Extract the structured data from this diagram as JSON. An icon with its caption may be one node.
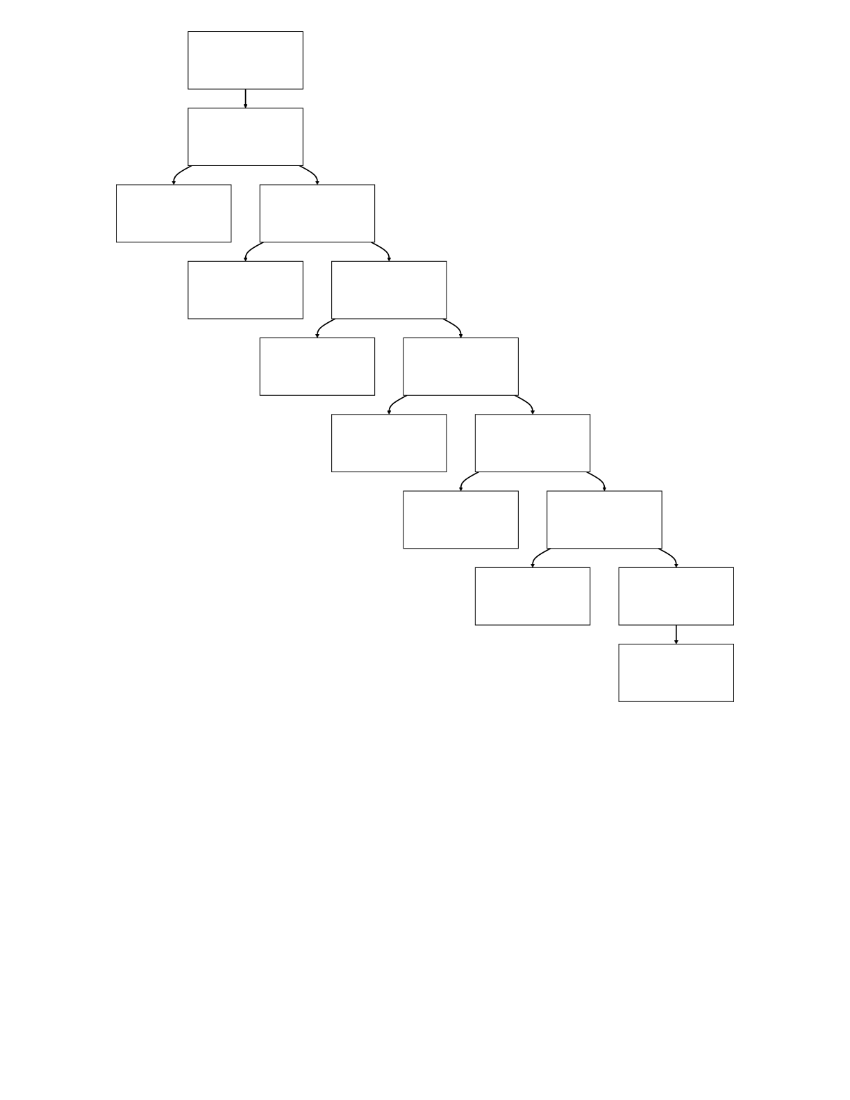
{
  "diagram": {
    "nodes": [
      {
        "text": [],
        "shape": "box"
      },
      {
        "text": [],
        "shape": "box"
      },
      {
        "text": [],
        "shape": "box"
      },
      {
        "text": [],
        "shape": "box"
      },
      {
        "text": [],
        "shape": "box"
      },
      {
        "text": [],
        "shape": "box"
      },
      {
        "text": [],
        "shape": "box"
      },
      {
        "text": [],
        "shape": "box"
      },
      {
        "text": [],
        "shape": "box"
      },
      {
        "text": [],
        "shape": "box"
      },
      {
        "text": [],
        "shape": "box"
      },
      {
        "text": [],
        "shape": "box"
      },
      {
        "text": [],
        "shape": "box"
      },
      {
        "text": [],
        "shape": "box"
      },
      {
        "text": [],
        "shape": "box"
      }
    ],
    "edges": [
      {
        "from": 0,
        "to": 1,
        "arrow": "to"
      },
      {
        "from": 1,
        "to": 2,
        "arrow": "to"
      },
      {
        "from": 1,
        "to": 3,
        "arrow": "to"
      },
      {
        "from": 3,
        "to": 4,
        "arrow": "to"
      },
      {
        "from": 3,
        "to": 5,
        "arrow": "to"
      },
      {
        "from": 5,
        "to": 6,
        "arrow": "to"
      },
      {
        "from": 5,
        "to": 7,
        "arrow": "to"
      },
      {
        "from": 7,
        "to": 8,
        "arrow": "to"
      },
      {
        "from": 7,
        "to": 9,
        "arrow": "to"
      },
      {
        "from": 9,
        "to": 10,
        "arrow": "to"
      },
      {
        "from": 9,
        "to": 11,
        "arrow": "to"
      },
      {
        "from": 11,
        "to": 12,
        "arrow": "to"
      },
      {
        "from": 11,
        "to": 13,
        "arrow": "to"
      },
      {
        "from": 13,
        "to": 14,
        "arrow": "to"
      }
    ]
  }
}
